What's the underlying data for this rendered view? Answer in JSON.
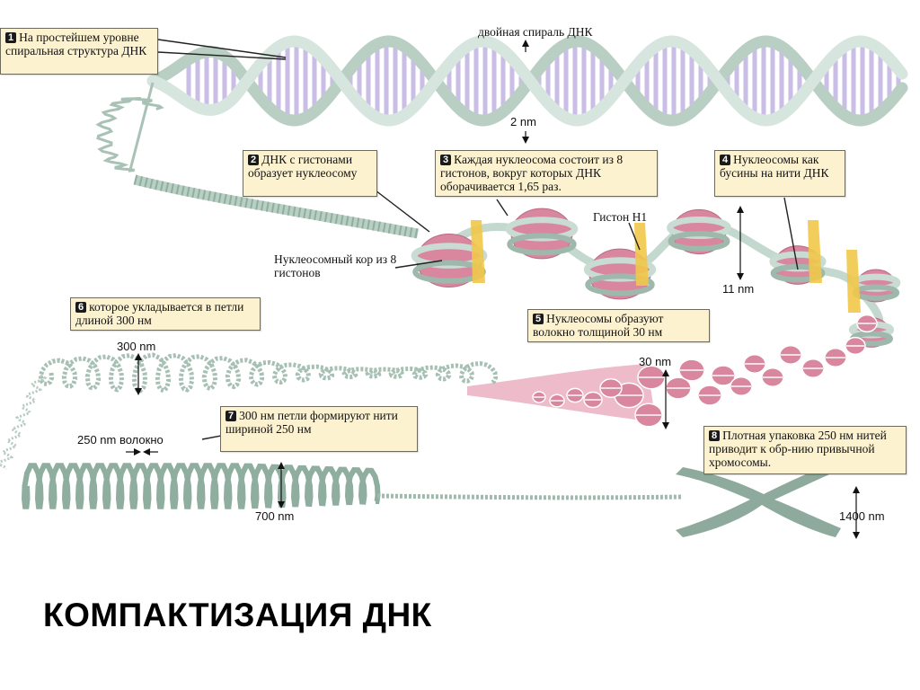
{
  "title": "КОМПАКТИЗАЦИЯ ДНК",
  "colors": {
    "dna_strand": "#c9dcd3",
    "strand_outline": "#9fb8ac",
    "base_pairs": "#cabde6",
    "histone": "#d9869f",
    "histone_h1": "#f1c84a",
    "callout_bg": "#fdf2d0",
    "step_badge": "#1a1a1a",
    "fiber": "#93b1a3"
  },
  "labels": {
    "double_helix": "двойная спираль ДНК",
    "histone_h1": "Гистон Н1",
    "nucleosome_core": "Нуклеосомный кор из 8 гистонов",
    "fiber_250": "250 nm волокно"
  },
  "measurements": {
    "m2": "2 nm",
    "m11": "11 nm",
    "m30": "30 nm",
    "m300": "300 nm",
    "m700": "700 nm",
    "m1400": "1400 nm"
  },
  "steps": [
    {
      "num": "1",
      "text": "На простейшем уровне спиральная структура ДНК"
    },
    {
      "num": "2",
      "text": "ДНК с гистонами образует нуклеосому"
    },
    {
      "num": "3",
      "text": "Каждая нуклеосома состоит из 8 гистонов, вокруг которых ДНК оборачивается 1,65 раз."
    },
    {
      "num": "4",
      "text": "Нуклеосомы как бусины на нити ДНК"
    },
    {
      "num": "5",
      "text": "Нуклеосомы образуют волокно толщиной 30 нм"
    },
    {
      "num": "6",
      "text": "которое укладывается в петли длиной 300 нм"
    },
    {
      "num": "7",
      "text": "300 нм петли формируют нити шириной 250 нм"
    },
    {
      "num": "8",
      "text": "Плотная упаковка 250 нм нитей приводит к обр-нию привычной хромосомы."
    }
  ]
}
